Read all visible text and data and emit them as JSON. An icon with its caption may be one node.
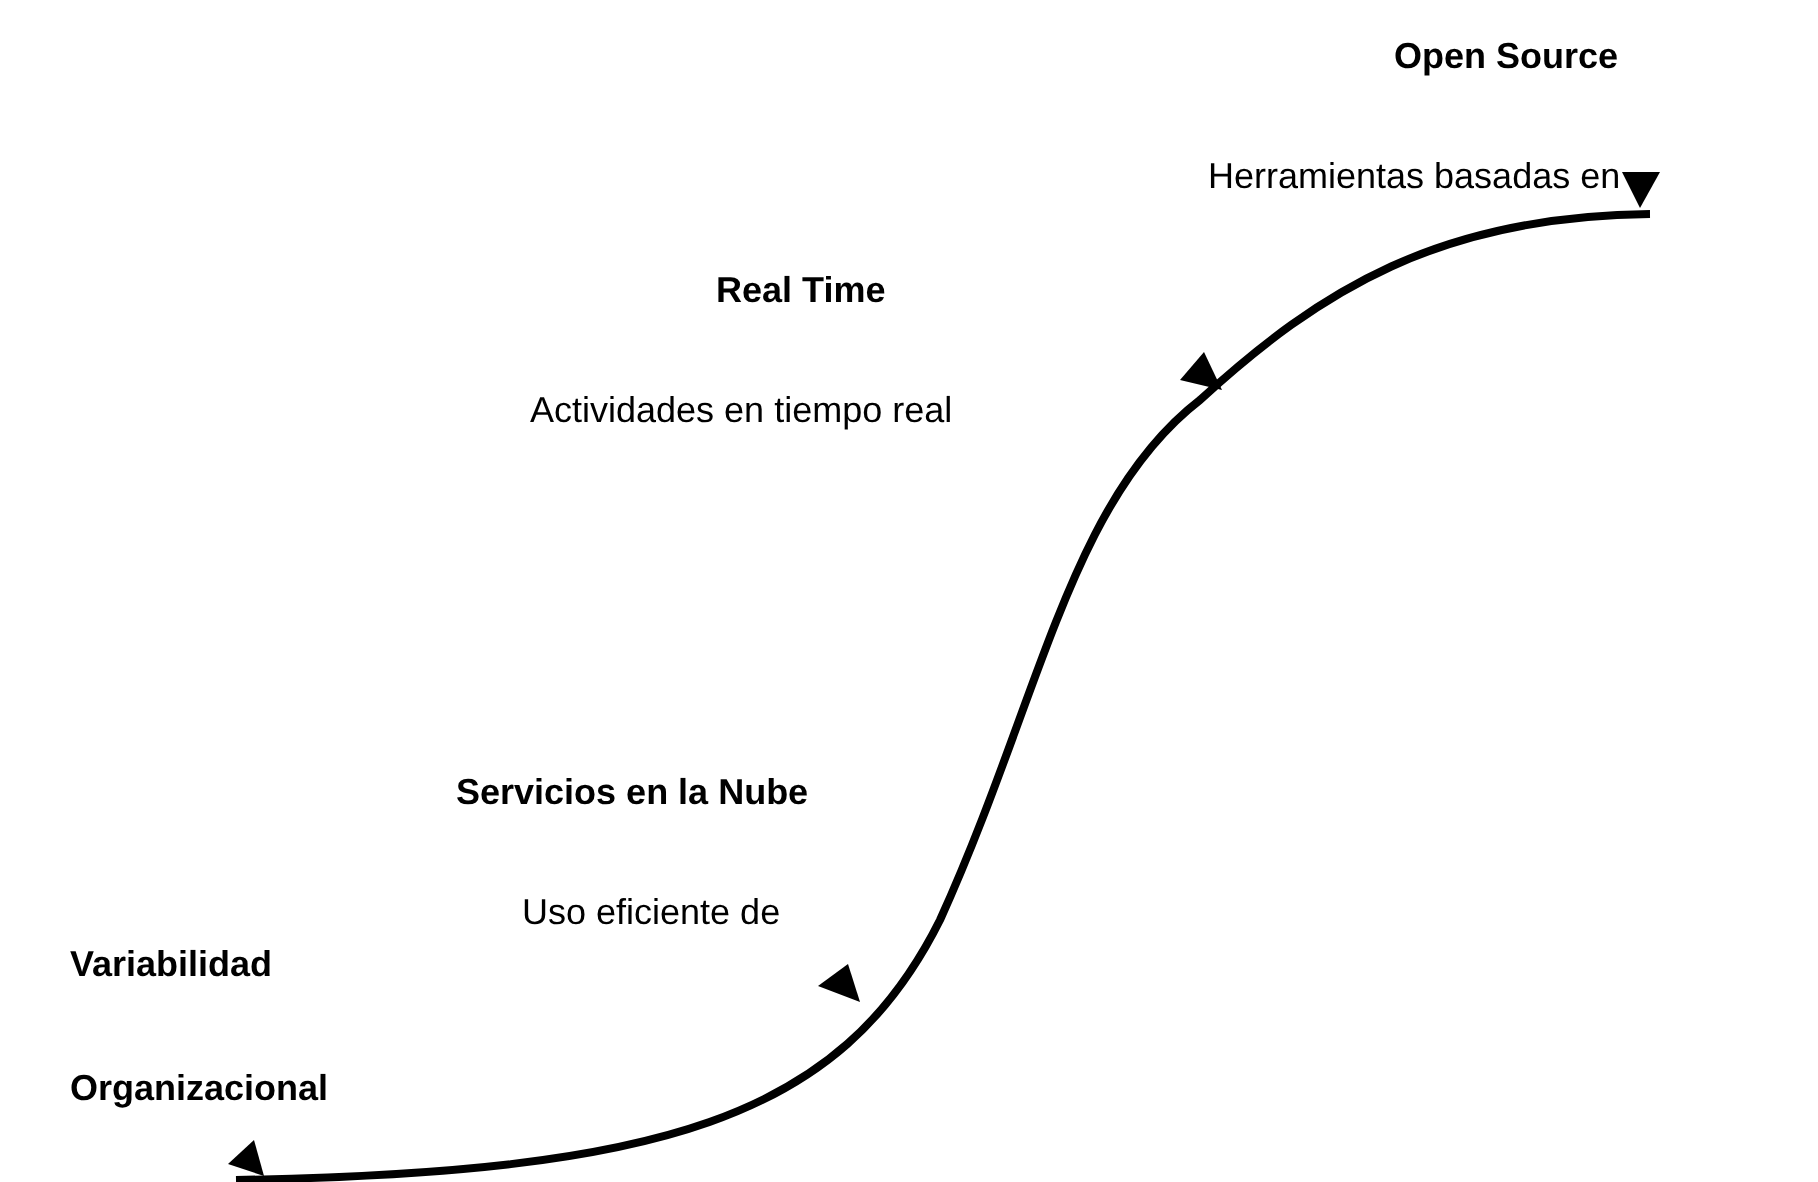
{
  "diagram": {
    "labels": [
      "Open Source",
      "Herramientas basadas en",
      "Real Time",
      "Actividades en tiempo real",
      "Servicios en la Nube",
      "Uso eficiente de",
      "Variabilidad",
      "Organizacional"
    ]
  }
}
